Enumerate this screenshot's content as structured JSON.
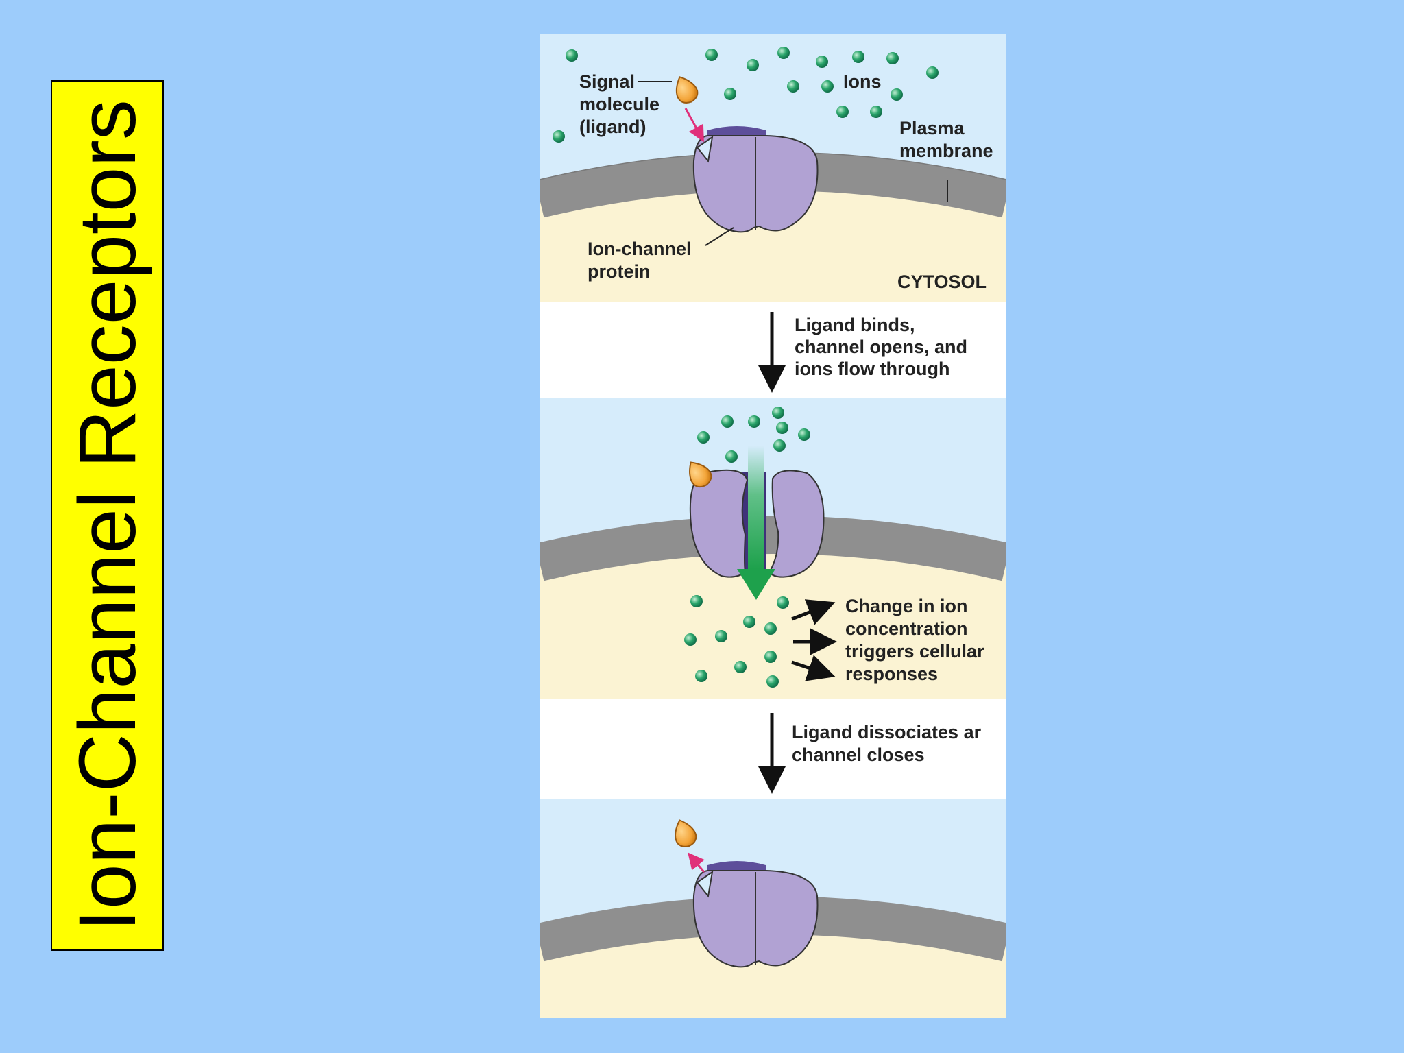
{
  "slide": {
    "title": "Ion-Channel Receptors",
    "colors": {
      "background": "#9dccfb",
      "title_box": "#ffff00",
      "extracellular": "#d6ecfb",
      "cytosol": "#fbf3d3",
      "membrane": "#8f8f8f",
      "protein": "#b1a2d3",
      "protein_dark": "#5d4e9a",
      "ligand": "#f3a53a",
      "ion": "#2aa56b",
      "ion_flow": "#1ea14c",
      "binding_arrow": "#e0307a"
    }
  },
  "diagram": {
    "panel1": {
      "signal_line1": "Signal",
      "signal_line2": "molecule",
      "signal_line3": "(ligand)",
      "ions": "Ions",
      "plasma_line1": "Plasma",
      "plasma_line2": "membrane",
      "ionchannel_line1": "Ion-channel",
      "ionchannel_line2": "protein",
      "cytosol": "CYTOSOL"
    },
    "step1": {
      "line1": "Ligand binds,",
      "line2": "channel opens, and",
      "line3": "ions flow through"
    },
    "panel2": {
      "line1": "Change in ion",
      "line2": "concentration",
      "line3": "triggers cellular",
      "line4": "responses"
    },
    "step2": {
      "line1": "Ligand dissociates ar",
      "line2": "channel closes"
    }
  }
}
